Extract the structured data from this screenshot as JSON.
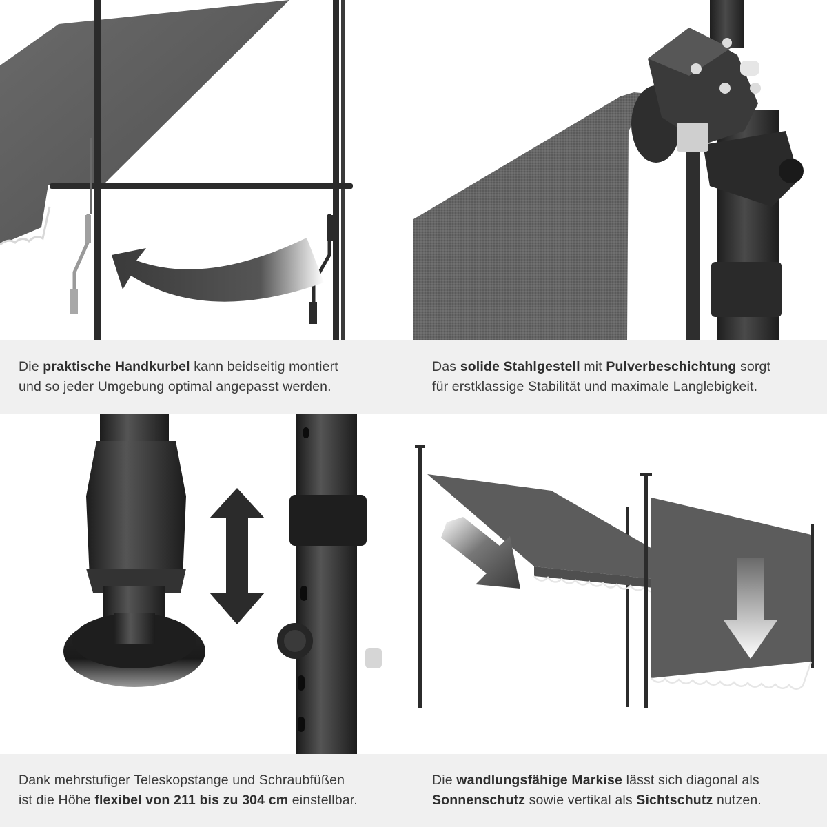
{
  "panels": [
    {
      "caption": {
        "line1": {
          "t1": "Die ",
          "b1": "praktische Handkurbel",
          "t2": " kann beidseitig montiert"
        },
        "line2": {
          "t1": "und so jeder Umgebung optimal angepasst werden."
        }
      }
    },
    {
      "caption": {
        "line1": {
          "t1": "Das ",
          "b1": "solide Stahlgestell",
          "t2": " mit ",
          "b2": "Pulverbeschichtung",
          "t3": " sorgt"
        },
        "line2": {
          "t1": "für erstklassige Stabilität und maximale Langlebigkeit."
        }
      }
    },
    {
      "caption": {
        "line1": {
          "t1": "Dank mehrstufiger Teleskopstange und Schraubfüßen"
        },
        "line2": {
          "t1": "ist die Höhe ",
          "b1": "flexibel von 211 bis zu 304 cm",
          "t2": " einstellbar."
        }
      }
    },
    {
      "caption": {
        "line1": {
          "t1": "Die ",
          "b1": "wandlungsfähige Markise",
          "t2": " lässt sich diagonal als"
        },
        "line2": {
          "b1": "Sonnenschutz",
          "t1": " sowie vertikal als ",
          "b2": "Sichtschutz",
          "t2": " nutzen."
        }
      }
    }
  ],
  "colors": {
    "fabric": "#5c5c5c",
    "frame": "#2b2b2b",
    "caption_bg": "#f0f0f0",
    "arrow": "#3a3a3a"
  }
}
